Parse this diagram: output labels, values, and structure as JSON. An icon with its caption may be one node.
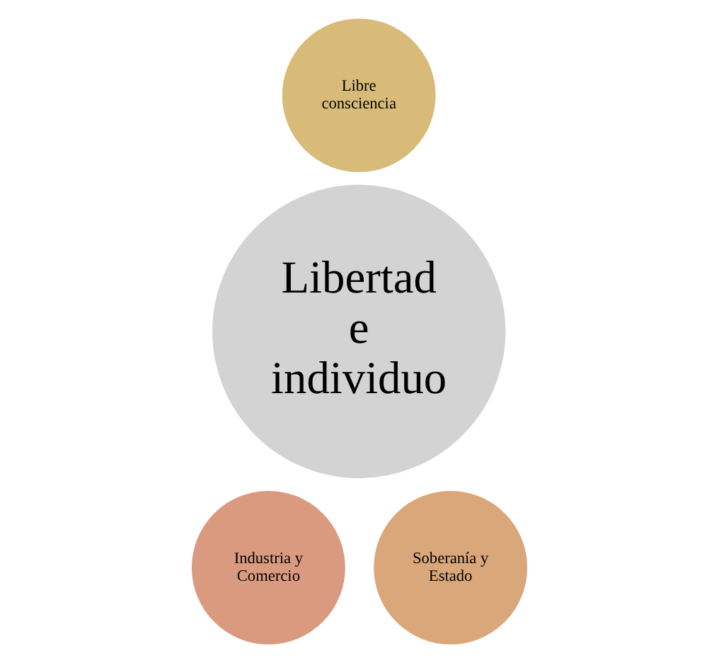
{
  "diagram": {
    "nodes": [
      {
        "text": [
          "Libre consciencia"
        ]
      },
      {
        "text": [
          "Libertad e individuo"
        ]
      },
      {
        "text": [
          "Industria y Comercio"
        ]
      },
      {
        "text": [
          "Soberanía y Estado"
        ]
      }
    ],
    "edges": []
  }
}
